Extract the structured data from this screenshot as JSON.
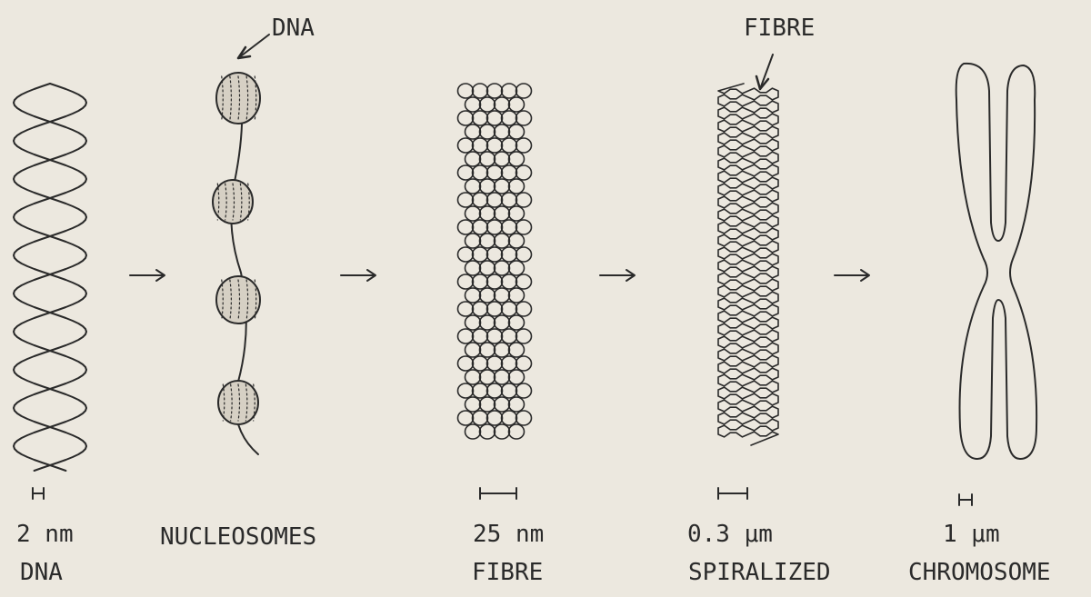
{
  "callouts": {
    "dna": "DNA",
    "fibre": "FIBRE"
  },
  "stages": [
    {
      "scale": "2 nm",
      "name": "DNA"
    },
    {
      "scale": "",
      "name": "NUCLEOSOMES"
    },
    {
      "scale": "25 nm",
      "name": "FIBRE"
    },
    {
      "scale": "0.3 μm",
      "name": "SPIRALIZED"
    },
    {
      "scale": "1 μm",
      "name": "CHROMOSOME"
    }
  ],
  "colors": {
    "background": "#ece8df",
    "ink": "#2a2a2a"
  }
}
